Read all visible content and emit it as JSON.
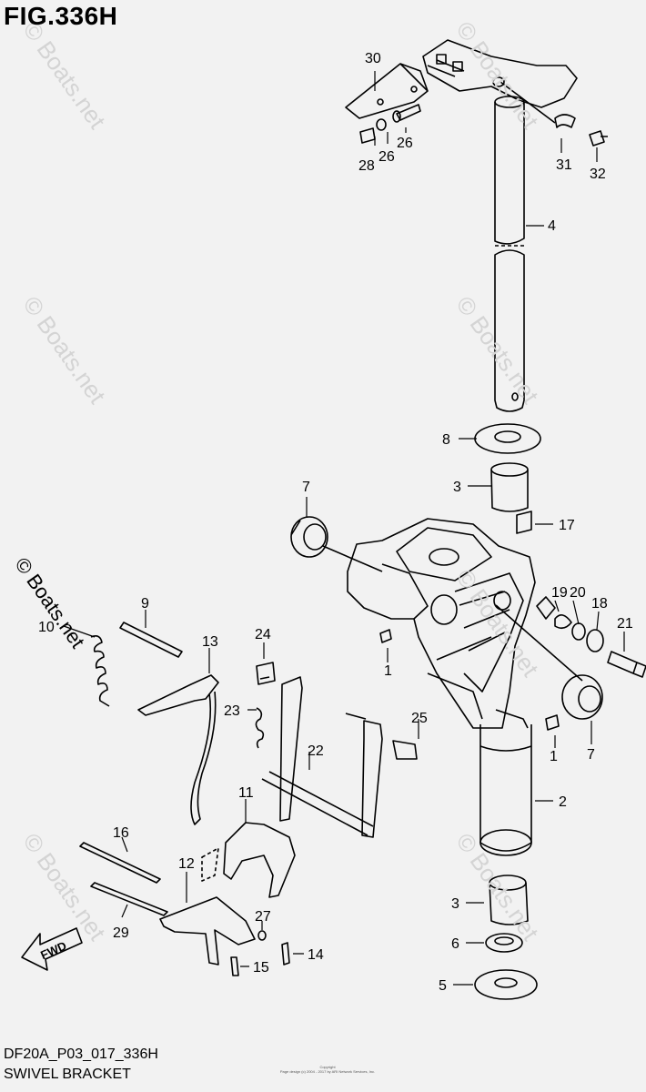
{
  "figure": {
    "title": "FIG.336H",
    "code": "DF20A_P03_017_336H",
    "subtitle": "SWIVEL BRACKET",
    "watermark": "© Boats.net",
    "copyright_lines": [
      "Copyright",
      "Page design (c) 2004 - 2017 by ARI Network Services, Inc."
    ],
    "fwd_label": "FWD"
  },
  "callouts": [
    "1",
    "1",
    "2",
    "3",
    "3",
    "4",
    "5",
    "6",
    "7",
    "7",
    "8",
    "9",
    "10",
    "11",
    "12",
    "13",
    "14",
    "15",
    "16",
    "17",
    "18",
    "19",
    "20",
    "21",
    "22",
    "23",
    "24",
    "25",
    "26",
    "26",
    "27",
    "28",
    "29",
    "30",
    "31",
    "32"
  ]
}
